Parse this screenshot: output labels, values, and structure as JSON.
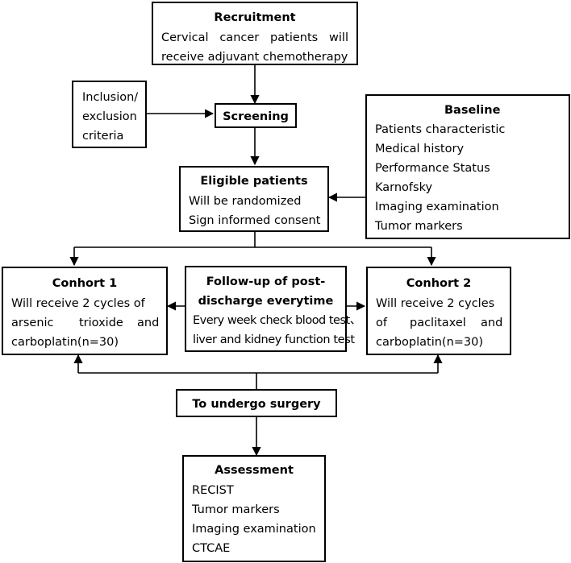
{
  "recruitment": {
    "title": "Recruitment",
    "line1": "Cervical cancer patients will",
    "line2": "receive adjuvant chemotherapy"
  },
  "inclusion": {
    "line1": "Inclusion/",
    "line2": "exclusion",
    "line3": "criteria"
  },
  "screening": {
    "title": "Screening"
  },
  "baseline": {
    "title": "Baseline",
    "items": [
      "Patients characteristic",
      "Medical history",
      "Performance Status",
      "Karnofsky",
      "Imaging examination",
      "Tumor markers"
    ]
  },
  "eligible": {
    "title": "Eligible patients",
    "line1": "Will be randomized",
    "line2": "Sign informed consent"
  },
  "cohort1": {
    "title": "Conhort 1",
    "line1": "Will receive 2 cycles of",
    "line2a": "arsenic",
    "line2b": "trioxide",
    "line2c": "and",
    "line3": "carboplatin(n=30)"
  },
  "followup": {
    "title1": "Follow-up of post-",
    "title2": "discharge everytime",
    "line1": "Every week check blood test、",
    "line2": "liver and kidney function test"
  },
  "cohort2": {
    "title": "Conhort 2",
    "line1": "Will receive 2 cycles",
    "line2a": "of",
    "line2b": "paclitaxel",
    "line2c": "and",
    "line3": "carboplatin(n=30)"
  },
  "surgery": {
    "title": "To undergo surgery"
  },
  "assessment": {
    "title": "Assessment",
    "items": [
      "RECIST",
      "Tumor markers",
      "Imaging examination",
      "CTCAE"
    ]
  }
}
